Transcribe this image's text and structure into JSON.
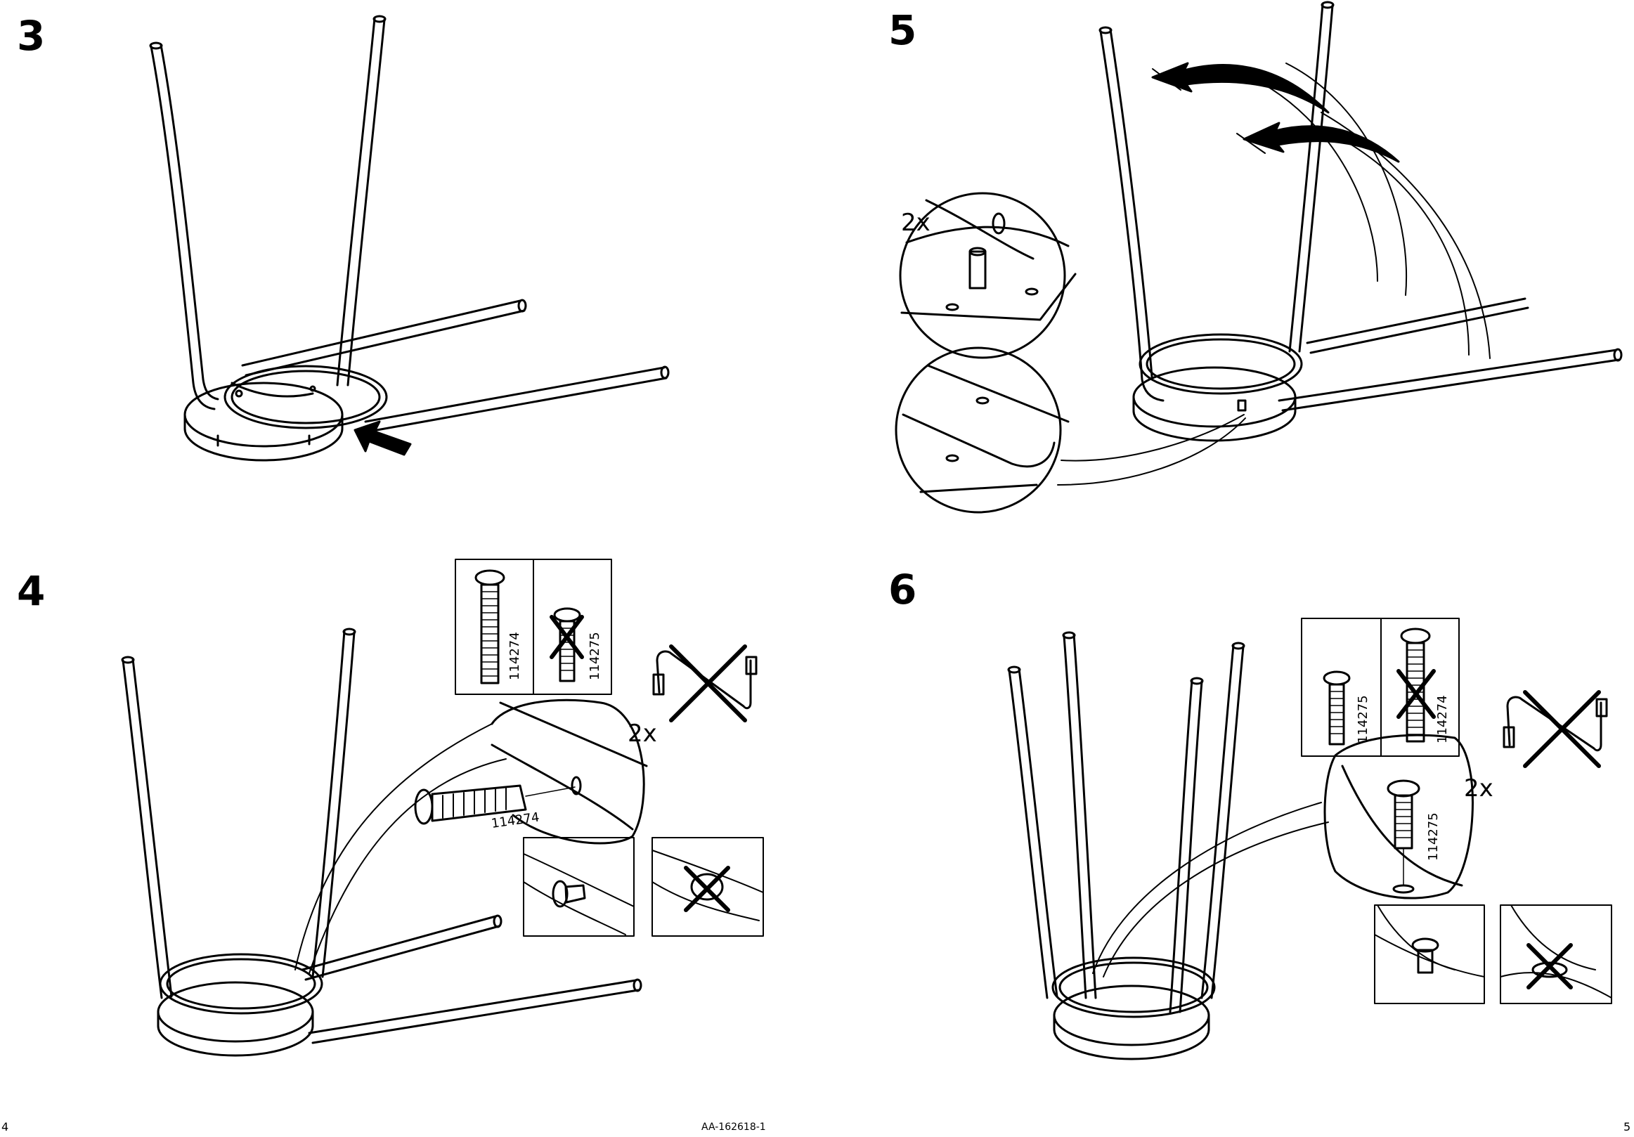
{
  "steps": [
    {
      "number": "3"
    },
    {
      "number": "5",
      "qty": "2x"
    },
    {
      "number": "4",
      "qty": "2x",
      "screw_a": "114274",
      "screw_b": "114275",
      "screw_callout": "114274"
    },
    {
      "number": "6",
      "qty": "2x",
      "screw_a": "114275",
      "screw_b": "114274",
      "screw_callout": "114275"
    }
  ],
  "footer": {
    "page_left": "4",
    "page_right": "5",
    "document_code": "AA-162618-1"
  }
}
